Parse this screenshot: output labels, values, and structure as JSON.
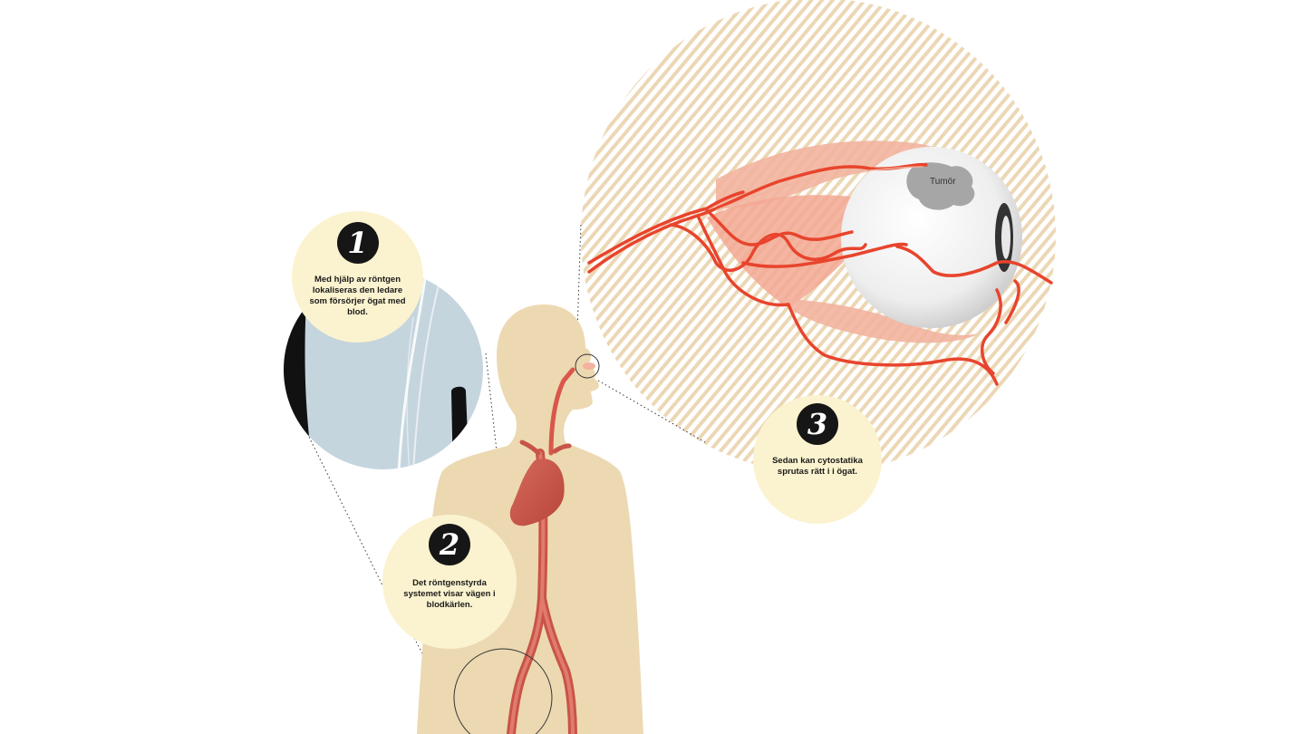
{
  "steps": [
    {
      "number": "1",
      "text": "Med hjälp av röntgen lokaliseras den ledare som försörjer ögat med blod."
    },
    {
      "number": "2",
      "text": "Det röntgenstyrda systemet visar vägen i blodkärlen."
    },
    {
      "number": "3",
      "text": "Sedan kan cytostatika sprutas rätt i i ögat."
    }
  ],
  "labels": {
    "tumor": "Tumör"
  },
  "icons": {
    "step_badge": "number-badge-icon",
    "eye": "eye-illustration",
    "body": "human-silhouette",
    "xray": "xray-closeup"
  },
  "colors": {
    "bubble": "#fbf3cf",
    "badge": "#161616",
    "skin": "#ecd9b2",
    "artery": "#e8442d",
    "hatch": "#ecd7b5",
    "xray": "#c5d5de"
  }
}
